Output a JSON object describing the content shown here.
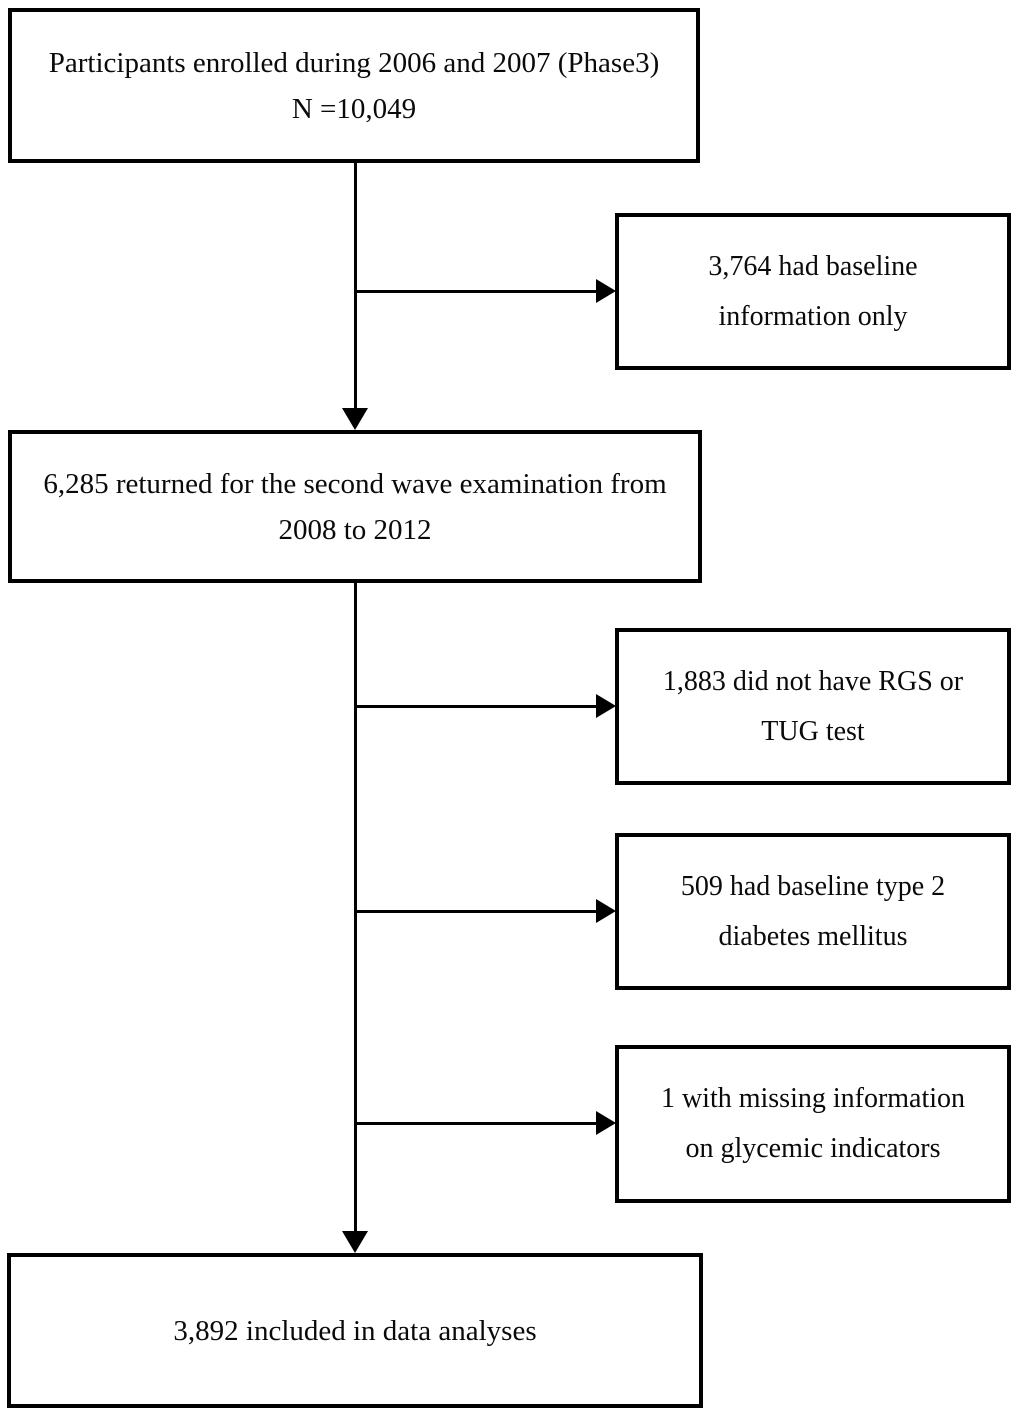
{
  "figure": {
    "colors": {
      "box_border": "#000000",
      "box_background": "#ffffff",
      "text": "#0a0a0a",
      "connector": "#000000"
    },
    "boxes": {
      "enrolled": {
        "lines": [
          "Participants enrolled during 2006 and 2007 (Phase3)",
          "N =10,049"
        ]
      },
      "baseline_only": {
        "lines": [
          "3,764 had baseline",
          "information only"
        ]
      },
      "returned": {
        "lines": [
          "6,285 returned for the second wave examination from",
          "2008 to 2012"
        ]
      },
      "no_rgs_tug": {
        "lines": [
          "1,883 did not have RGS or",
          "TUG test"
        ]
      },
      "baseline_diabetes": {
        "lines": [
          "509 had baseline type 2",
          "diabetes mellitus"
        ]
      },
      "missing_glycemic": {
        "lines": [
          "1 with missing information",
          "on glycemic indicators"
        ]
      },
      "included": {
        "lines": [
          "3,892 included in data analyses"
        ]
      }
    },
    "edges": [
      {
        "from": "enrolled",
        "to": "returned"
      },
      {
        "from": "enrolled",
        "to": "baseline_only"
      },
      {
        "from": "returned",
        "to": "no_rgs_tug"
      },
      {
        "from": "returned",
        "to": "baseline_diabetes"
      },
      {
        "from": "returned",
        "to": "missing_glycemic"
      },
      {
        "from": "returned",
        "to": "included"
      }
    ]
  }
}
